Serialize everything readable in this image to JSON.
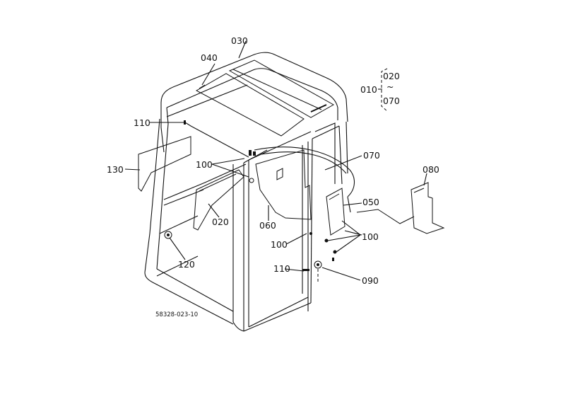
{
  "labels": {
    "p010": "010",
    "p020_group": "020",
    "p070_group": "070",
    "p030": "030",
    "p040": "040",
    "p110_top": "110",
    "p130": "130",
    "p100_left": "100",
    "p020": "020",
    "p060": "060",
    "p070": "070",
    "p050": "050",
    "p080": "080",
    "p100_mid": "100",
    "p100_right": "100",
    "p120": "120",
    "p110_bottom": "110",
    "p090": "090",
    "drawing_number": "58328-023-10"
  }
}
